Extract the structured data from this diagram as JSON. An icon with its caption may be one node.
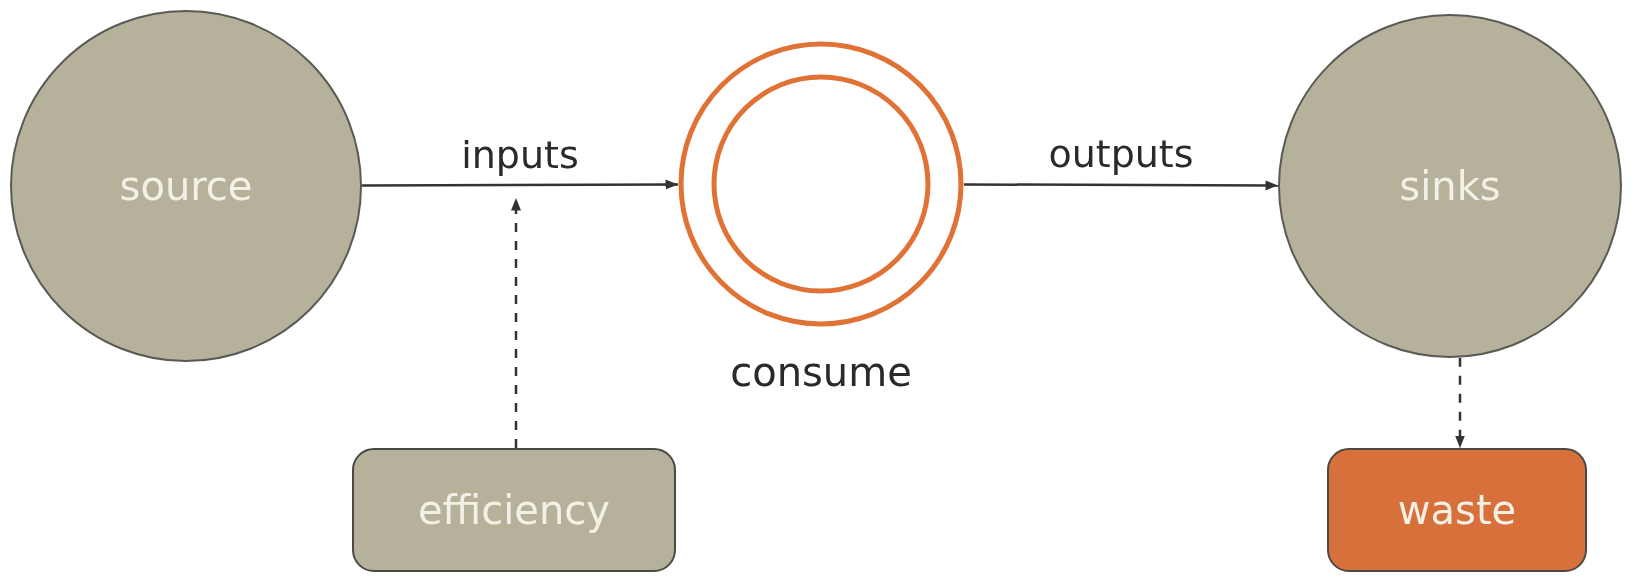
{
  "diagram": {
    "nodes": [
      {
        "text": [
          "source"
        ]
      },
      {
        "text": [
          "consume"
        ]
      },
      {
        "text": [
          "sinks"
        ]
      },
      {
        "text": [
          "efficiency"
        ]
      },
      {
        "text": [
          "waste"
        ]
      }
    ],
    "edges": [
      {
        "from": 0,
        "to": 1,
        "arrow": "to",
        "label": "inputs"
      },
      {
        "from": 1,
        "to": 2,
        "arrow": "to",
        "label": "outputs"
      },
      {
        "from": 3,
        "to": null,
        "arrow": "to",
        "style": "dashed"
      },
      {
        "from": 2,
        "to": 4,
        "arrow": "to",
        "style": "dashed"
      }
    ]
  }
}
